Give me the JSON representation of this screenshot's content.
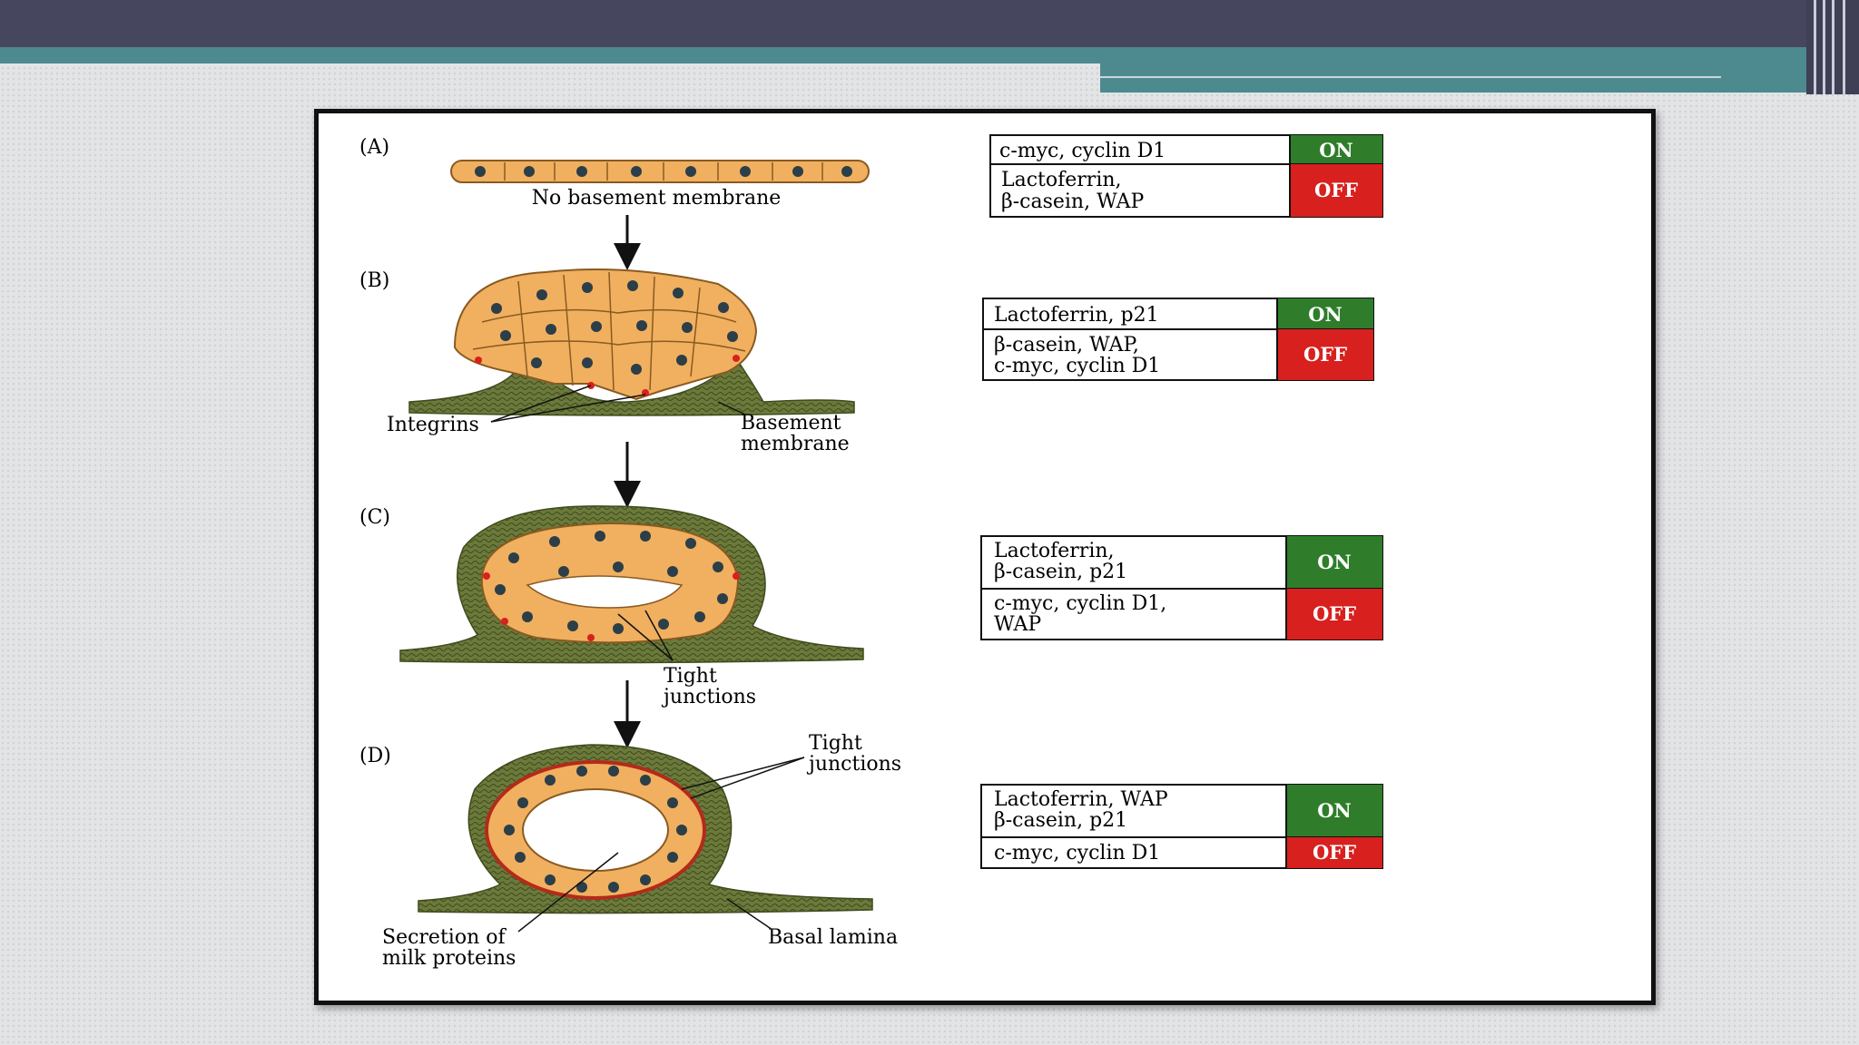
{
  "panels": [
    {
      "letter": "(A)",
      "caption": "No basement membrane",
      "on_genes": [
        "c-myc,  cyclin D1"
      ],
      "off_genes": [
        "Lactoferrin,",
        "β-casein, WAP"
      ]
    },
    {
      "letter": "(B)",
      "labels": [
        "Integrins",
        "Basement",
        "membrane"
      ],
      "on_genes": [
        "Lactoferrin, p21"
      ],
      "off_genes": [
        "β-casein, WAP,",
        "c-myc, cyclin D1"
      ]
    },
    {
      "letter": "(C)",
      "labels": [
        "Tight",
        "junctions"
      ],
      "on_genes": [
        "Lactoferrin,",
        "β-casein, p21"
      ],
      "off_genes": [
        "c-myc, cyclin D1,",
        "WAP"
      ]
    },
    {
      "letter": "(D)",
      "labels": [
        "Tight",
        "junctions",
        "Secretion of",
        "milk proteins",
        "Basal lamina"
      ],
      "on_genes": [
        "Lactoferrin, WAP",
        "β-casein, p21"
      ],
      "off_genes": [
        "c-myc, cyclin D1"
      ]
    }
  ],
  "status": {
    "on": "ON",
    "off": "OFF"
  },
  "colors": {
    "on": "#2f7d2a",
    "off": "#d8201e",
    "cell": "#f0b060",
    "nucleus": "#2c3e48",
    "membrane": "#6b7a3a",
    "header": "#46465e",
    "accent": "#4d8a90"
  }
}
